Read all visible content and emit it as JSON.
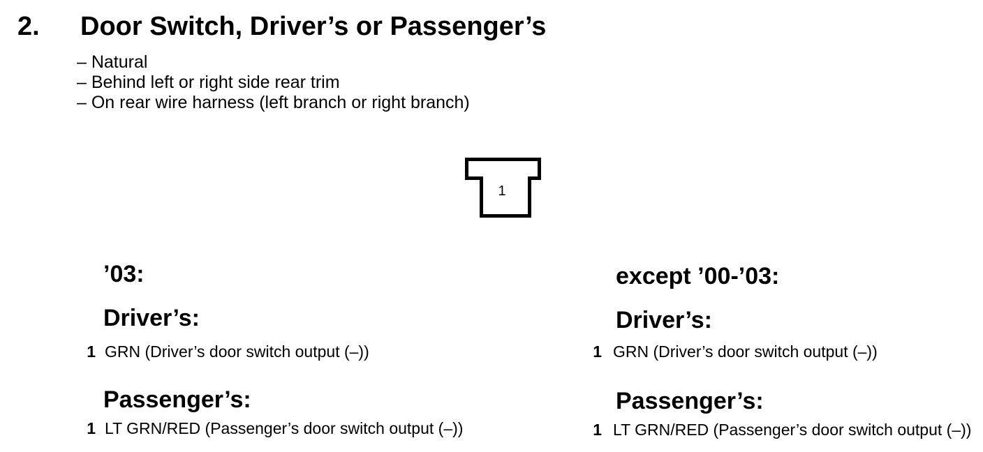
{
  "header": {
    "item_number": "2.",
    "title": "Door Switch, Driver’s or Passenger’s",
    "notes": [
      "– Natural",
      "– Behind left or right side rear trim",
      "– On rear wire harness (left branch or right branch)"
    ]
  },
  "connector": {
    "pin_label": "1"
  },
  "columns": [
    {
      "year_heading": "’03:",
      "groups": [
        {
          "heading": "Driver’s:",
          "pins": [
            {
              "pin": "1",
              "label": "GRN (Driver’s door switch output (–))"
            }
          ]
        },
        {
          "heading": "Passenger’s:",
          "pins": [
            {
              "pin": "1",
              "label": "LT GRN/RED (Passenger’s door switch output (–))"
            }
          ]
        }
      ]
    },
    {
      "year_heading": "except ’00-’03:",
      "groups": [
        {
          "heading": "Driver’s:",
          "pins": [
            {
              "pin": "1",
              "label": "GRN (Driver’s door switch output (–))"
            }
          ]
        },
        {
          "heading": "Passenger’s:",
          "pins": [
            {
              "pin": "1",
              "label": "LT GRN/RED (Passenger’s door switch output (–))"
            }
          ]
        }
      ]
    }
  ]
}
